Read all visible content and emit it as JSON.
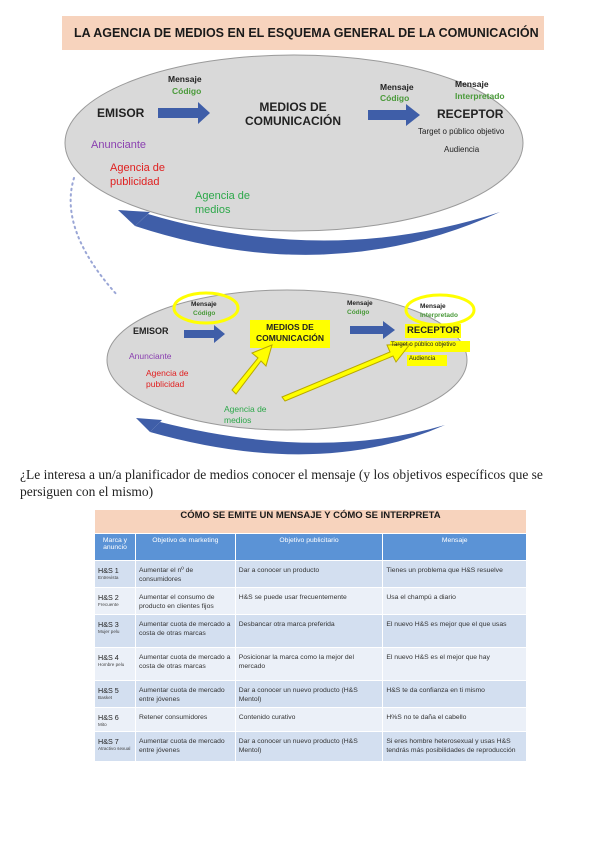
{
  "title": "LA AGENCIA DE MEDIOS EN EL ESQUEMA GENERAL DE LA COMUNICACIÓN",
  "diagram_top": {
    "mensaje1": "Mensaje",
    "codigo1": "Código",
    "emisor": "EMISOR",
    "medios_line1": "MEDIOS DE",
    "medios_line2": "COMUNICACIÓN",
    "mensaje2": "Mensaje",
    "codigo2": "Código",
    "mensaje3": "Mensaje",
    "interpretado": "Interpretado",
    "receptor": "RECEPTOR",
    "target": "Target o público objetivo",
    "audiencia": "Audiencia",
    "anunciante": "Anunciante",
    "agencia_pub_line1": "Agencia de",
    "agencia_pub_line2": "publicidad",
    "agencia_med_line1": "Agencia de",
    "agencia_med_line2": "medios"
  },
  "diagram_bottom": {
    "mensaje1": "Mensaje",
    "codigo1": "Código",
    "emisor": "EMISOR",
    "medios_line1": "MEDIOS DE",
    "medios_line2": "COMUNICACIÓN",
    "mensaje2": "Mensaje",
    "codigo2": "Código",
    "mensaje3": "Mensaje",
    "interpretado": "Interpretado",
    "receptor": "RECEPTOR",
    "target": "Target o público objetivo",
    "audiencia": "Audiencia",
    "anunciante": "Anunciante",
    "agencia_pub_line1": "Agencia de",
    "agencia_pub_line2": "publicidad",
    "agencia_med_line1": "Agencia de",
    "agencia_med_line2": "medios"
  },
  "question": "¿Le interesa a un/a planificador de medios conocer el mensaje (y los objetivos específicos que se persiguen con el mismo)",
  "table": {
    "title": "CÓMO SE EMITE UN MENSAJE Y CÓMO SE INTERPRETA",
    "headers": [
      "Marca y anuncio",
      "Objetivo de marketing",
      "Objetivo publicitario",
      "Mensaje"
    ],
    "rows": [
      {
        "brand": "H&S 1",
        "sub": "Entrevista",
        "marketing": "Aumentar el nº de consumidores",
        "publicitario": "Dar a conocer un producto",
        "mensaje": "Tienes un problema que H&S resuelve"
      },
      {
        "brand": "H&S 2",
        "sub": "Frecuente",
        "marketing": "Aumentar el consumo de producto en clientes fijos",
        "publicitario": "H&S se puede usar frecuentemente",
        "mensaje": "Usa el champú a diario"
      },
      {
        "brand": "H&S 3",
        "sub": "Mujer pelu",
        "marketing": "Aumentar cuota de mercado a costa de otras marcas",
        "publicitario": "Desbancar otra marca preferida",
        "mensaje": "El nuevo H&S es mejor que el que usas"
      },
      {
        "brand": "H&S 4",
        "sub": "Hombre pelu",
        "marketing": "Aumentar cuota de mercado a costa de otras marcas",
        "publicitario": "Posicionar la marca como la mejor del mercado",
        "mensaje": "El nuevo H&S es el mejor que hay"
      },
      {
        "brand": "H&S 5",
        "sub": "Basket",
        "marketing": "Aumentar cuota de mercado entre jóvenes",
        "publicitario": "Dar a conocer un nuevo producto (H&S Mentol)",
        "mensaje": "H&S te da confianza en ti mismo"
      },
      {
        "brand": "H&S 6",
        "sub": "Mito",
        "marketing": "Retener consumidores",
        "publicitario": "Contenido curativo",
        "mensaje": "H%S no te daña el cabello"
      },
      {
        "brand": "H&S 7",
        "sub": "Atractivo sexual",
        "marketing": "Aumentar cuota de mercado entre jóvenes",
        "publicitario": "Dar a conocer un nuevo producto (H&S Mentol)",
        "mensaje": "Si eres hombre heterosexual y usas H&S tendrás más posibilidades de reproducción"
      }
    ]
  },
  "colors": {
    "ellipse": "#d9d9d9",
    "arrow_blue": "#3f5ea8",
    "highlight_yellow": "#ffff00",
    "title_bg": "#f7d3bd",
    "table_header": "#5b93d6"
  }
}
